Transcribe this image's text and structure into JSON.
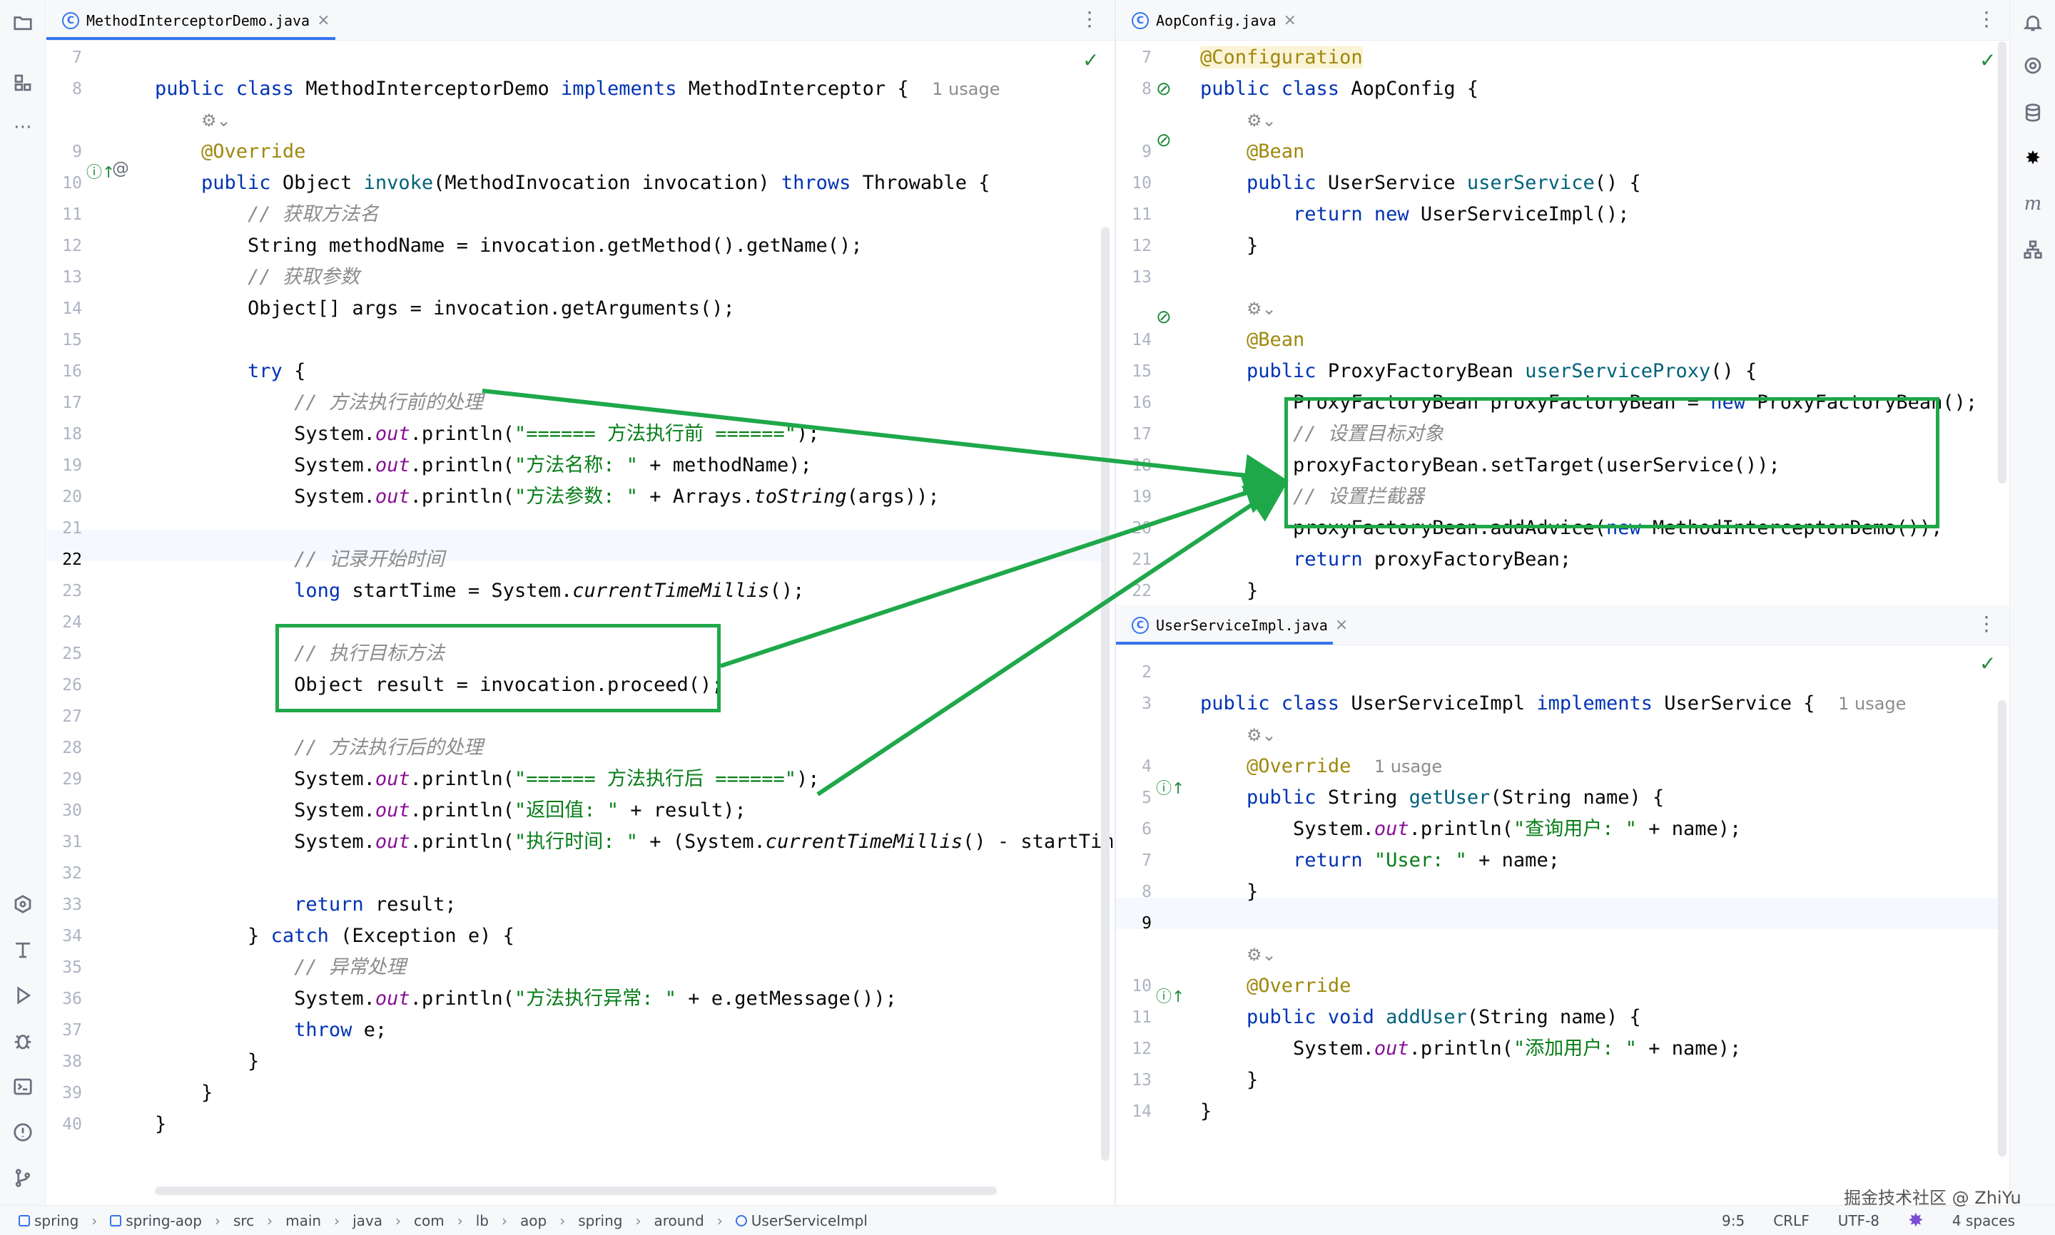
{
  "left_panel": {
    "tab_title": "MethodInterceptorDemo.java",
    "lines": [
      {
        "n": "7",
        "html": ""
      },
      {
        "n": "8",
        "html": "<span class='kw'>public class</span> MethodInterceptorDemo <span class='kw'>implements</span> MethodInterceptor {  <span class='hint'>1 usage</span>"
      },
      {
        "n": "",
        "html": "    <span class='hint'>⚙⌄</span>"
      },
      {
        "n": "9",
        "html": "    <span class='an'>@Override</span>"
      },
      {
        "n": "10",
        "html": "    <span class='kw'>public</span> Object <span class='fn'>invoke</span>(MethodInvocation invocation) <span class='kw'>throws</span> Throwable {"
      },
      {
        "n": "11",
        "html": "        <span class='cm'>// 获取方法名</span>"
      },
      {
        "n": "12",
        "html": "        String methodName = invocation.getMethod().getName();"
      },
      {
        "n": "13",
        "html": "        <span class='cm'>// 获取参数</span>"
      },
      {
        "n": "14",
        "html": "        Object[] args = invocation.getArguments();"
      },
      {
        "n": "15",
        "html": ""
      },
      {
        "n": "16",
        "html": "        <span class='kw'>try</span> {"
      },
      {
        "n": "17",
        "html": "            <span class='cm'>// 方法执行前的处理</span>"
      },
      {
        "n": "18",
        "html": "            System.<span class='fld'>out</span>.println(<span class='st'>\"====== 方法执行前 ======\"</span>);"
      },
      {
        "n": "19",
        "html": "            System.<span class='fld'>out</span>.println(<span class='st'>\"方法名称: \"</span> + methodName);"
      },
      {
        "n": "20",
        "html": "            System.<span class='fld'>out</span>.println(<span class='st'>\"方法参数: \"</span> + Arrays.<span class='it'>toString</span>(args));"
      },
      {
        "n": "21",
        "html": ""
      },
      {
        "n": "22",
        "html": "            <span class='cm'>// 记录开始时间</span>"
      },
      {
        "n": "23",
        "html": "            <span class='kw'>long</span> startTime = System.<span class='it'>currentTimeMillis</span>();"
      },
      {
        "n": "24",
        "html": ""
      },
      {
        "n": "25",
        "html": "            <span class='cm'>// 执行目标方法</span>"
      },
      {
        "n": "26",
        "html": "            Object result = invocation.proceed();"
      },
      {
        "n": "27",
        "html": ""
      },
      {
        "n": "28",
        "html": "            <span class='cm'>// 方法执行后的处理</span>"
      },
      {
        "n": "29",
        "html": "            System.<span class='fld'>out</span>.println(<span class='st'>\"====== 方法执行后 ======\"</span>);"
      },
      {
        "n": "30",
        "html": "            System.<span class='fld'>out</span>.println(<span class='st'>\"返回值: \"</span> + result);"
      },
      {
        "n": "31",
        "html": "            System.<span class='fld'>out</span>.println(<span class='st'>\"执行时间: \"</span> + (System.<span class='it'>currentTimeMillis</span>() - startTime)"
      },
      {
        "n": "32",
        "html": ""
      },
      {
        "n": "33",
        "html": "            <span class='kw'>return</span> result;"
      },
      {
        "n": "34",
        "html": "        } <span class='kw'>catch</span> (Exception e) {"
      },
      {
        "n": "35",
        "html": "            <span class='cm'>// 异常处理</span>"
      },
      {
        "n": "36",
        "html": "            System.<span class='fld'>out</span>.println(<span class='st'>\"方法执行异常: \"</span> + e.getMessage());"
      },
      {
        "n": "37",
        "html": "            <span class='kw'>throw</span> e;"
      },
      {
        "n": "38",
        "html": "        }"
      },
      {
        "n": "39",
        "html": "    }"
      },
      {
        "n": "40",
        "html": "}"
      }
    ]
  },
  "top_right_panel": {
    "tab_title": "AopConfig.java",
    "lines": [
      {
        "n": "7",
        "html": "<span class='an' style='background:#fbf3d5'>@Configuration</span>"
      },
      {
        "n": "8",
        "html": "<span class='kw'>public class</span> AopConfig {"
      },
      {
        "n": "",
        "html": "    <span class='hint'>⚙⌄</span>"
      },
      {
        "n": "9",
        "html": "    <span class='an'>@Bean</span>"
      },
      {
        "n": "10",
        "html": "    <span class='kw'>public</span> UserService <span class='fn'>userService</span>() {"
      },
      {
        "n": "11",
        "html": "        <span class='kw'>return new</span> UserServiceImpl();"
      },
      {
        "n": "12",
        "html": "    }"
      },
      {
        "n": "13",
        "html": ""
      },
      {
        "n": "",
        "html": "    <span class='hint'>⚙⌄</span>"
      },
      {
        "n": "14",
        "html": "    <span class='an'>@Bean</span>"
      },
      {
        "n": "15",
        "html": "    <span class='kw'>public</span> ProxyFactoryBean <span class='fn'>userServiceProxy</span>() {"
      },
      {
        "n": "16",
        "html": "        ProxyFactoryBean proxyFactoryBean = <span class='kw'>new</span> ProxyFactoryBean();"
      },
      {
        "n": "17",
        "html": "        <span class='cm'>// 设置目标对象</span>"
      },
      {
        "n": "18",
        "html": "        proxyFactoryBean.setTarget(userService());"
      },
      {
        "n": "19",
        "html": "        <span class='cm'>// 设置拦截器</span>"
      },
      {
        "n": "20",
        "html": "        proxyFactoryBean.addAdvice(<span class='kw'>new</span> MethodInterceptorDemo());"
      },
      {
        "n": "21",
        "html": "        <span class='kw'>return</span> proxyFactoryBean;"
      },
      {
        "n": "22",
        "html": "    }"
      }
    ]
  },
  "bottom_right_panel": {
    "tab_title": "UserServiceImpl.java",
    "lines": [
      {
        "n": "2",
        "html": ""
      },
      {
        "n": "3",
        "html": "<span class='kw'>public class</span> UserServiceImpl <span class='kw'>implements</span> UserService {  <span class='hint'>1 usage</span>"
      },
      {
        "n": "",
        "html": "    <span class='hint'>⚙⌄</span>"
      },
      {
        "n": "4",
        "html": "    <span class='an'>@Override</span>  <span class='hint'>1 usage</span>"
      },
      {
        "n": "5",
        "html": "    <span class='kw'>public</span> String <span class='fn'>getUser</span>(String name) {"
      },
      {
        "n": "6",
        "html": "        System.<span class='fld'>out</span>.println(<span class='st'>\"查询用户: \"</span> + name);"
      },
      {
        "n": "7",
        "html": "        <span class='kw'>return</span> <span class='st'>\"User: \"</span> + name;"
      },
      {
        "n": "8",
        "html": "    }"
      },
      {
        "n": "9",
        "html": ""
      },
      {
        "n": "",
        "html": "    <span class='hint'>⚙⌄</span>"
      },
      {
        "n": "10",
        "html": "    <span class='an'>@Override</span>"
      },
      {
        "n": "11",
        "html": "    <span class='kw'>public void</span> <span class='fn'>addUser</span>(String name) {"
      },
      {
        "n": "12",
        "html": "        System.<span class='fld'>out</span>.println(<span class='st'>\"添加用户: \"</span> + name);"
      },
      {
        "n": "13",
        "html": "    }"
      },
      {
        "n": "14",
        "html": "}"
      }
    ]
  },
  "status_bar": {
    "breadcrumbs": [
      "spring",
      "spring-aop",
      "src",
      "main",
      "java",
      "com",
      "lb",
      "aop",
      "spring",
      "around",
      "UserServiceImpl"
    ],
    "position": "9:5",
    "line_ending": "CRLF",
    "encoding": "UTF-8",
    "indent": "4 spaces"
  },
  "watermark": "掘金技术社区 @ ZhiYu",
  "colors": {
    "keyword": "#0033b3",
    "annotation": "#9e880d",
    "comment": "#8c8c8c",
    "string": "#067d17",
    "method": "#00627a",
    "highlight_green": "#1fa84a",
    "tab_accent": "#3574f0"
  }
}
